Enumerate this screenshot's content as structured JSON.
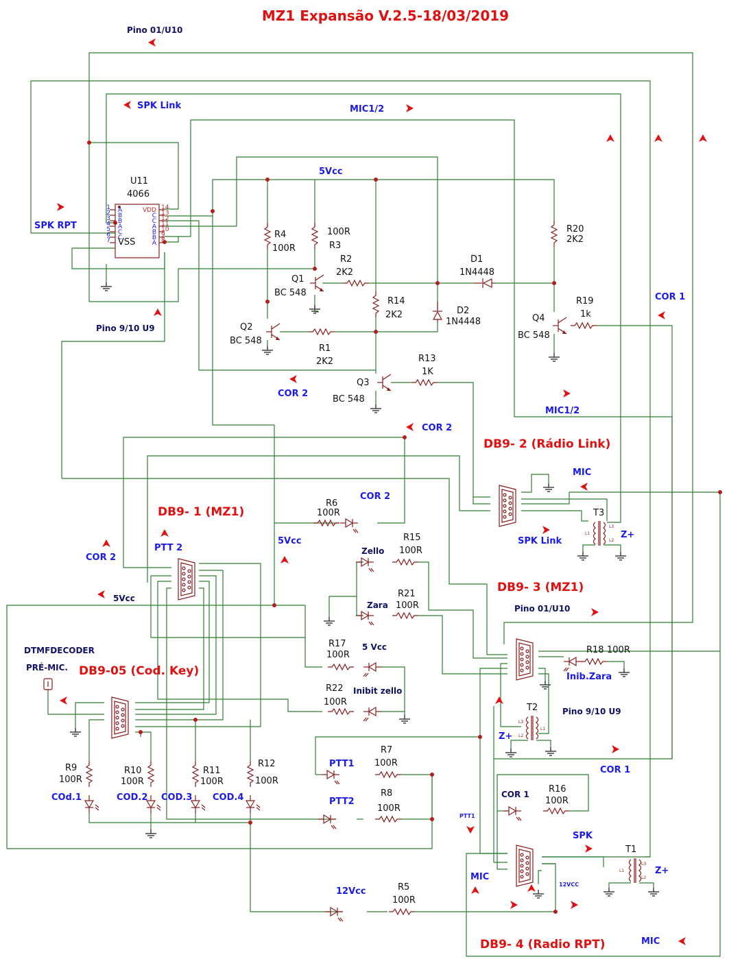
{
  "title": "MZ1 Expansão V.2.5-18/03/2019",
  "colors": {
    "wire": "#2e7d32",
    "part": "#8b1a1a",
    "title": "#e01010",
    "net_label": "#1a1aee",
    "junction": "#b71c1c"
  },
  "ic": {
    "ref": "U11",
    "value": "4066",
    "vdd": "VDD",
    "vss": "VSS",
    "left_pins": [
      {
        "num": "1",
        "name": "A"
      },
      {
        "num": "2",
        "name": "B"
      },
      {
        "num": "3",
        "name": "B"
      },
      {
        "num": "4",
        "name": "A"
      },
      {
        "num": "5",
        "name": "C"
      },
      {
        "num": "6",
        "name": "C"
      },
      {
        "num": "7",
        "name": "VSS"
      }
    ],
    "right_pins": [
      {
        "num": "14",
        "name": "VDD"
      },
      {
        "num": "13",
        "name": "C"
      },
      {
        "num": "12",
        "name": "C"
      },
      {
        "num": "11",
        "name": "A"
      },
      {
        "num": "10",
        "name": "B"
      },
      {
        "num": "9",
        "name": "B"
      },
      {
        "num": "8",
        "name": "A"
      }
    ]
  },
  "resistors": {
    "R1": {
      "ref": "R1",
      "value": "2K2"
    },
    "R2": {
      "ref": "R2",
      "value": "2K2"
    },
    "R3": {
      "ref": "R3",
      "value": "100R"
    },
    "R4": {
      "ref": "R4",
      "value": "100R"
    },
    "R5": {
      "ref": "R5",
      "value": "100R"
    },
    "R6": {
      "ref": "R6",
      "value": "100R"
    },
    "R7": {
      "ref": "R7",
      "value": "100R"
    },
    "R8": {
      "ref": "R8",
      "value": "100R"
    },
    "R9": {
      "ref": "R9",
      "value": "100R"
    },
    "R10": {
      "ref": "R10",
      "value": "100R"
    },
    "R11": {
      "ref": "R11",
      "value": "100R"
    },
    "R12": {
      "ref": "R12",
      "value": "100R"
    },
    "R13": {
      "ref": "R13",
      "value": "1K"
    },
    "R14": {
      "ref": "R14",
      "value": "2K2"
    },
    "R15": {
      "ref": "R15",
      "value": "100R"
    },
    "R16": {
      "ref": "R16",
      "value": "100R"
    },
    "R17": {
      "ref": "R17",
      "value": "100R"
    },
    "R18": {
      "ref": "R18",
      "value": "100R"
    },
    "R19": {
      "ref": "R19",
      "value": "1k"
    },
    "R20": {
      "ref": "R20",
      "value": "2K2"
    },
    "R21": {
      "ref": "R21",
      "value": "100R"
    },
    "R22": {
      "ref": "R22",
      "value": "100R"
    }
  },
  "transistors": {
    "Q1": {
      "ref": "Q1",
      "value": "BC 548"
    },
    "Q2": {
      "ref": "Q2",
      "value": "BC 548"
    },
    "Q3": {
      "ref": "Q3",
      "value": "BC 548"
    },
    "Q4": {
      "ref": "Q4",
      "value": "BC 548"
    }
  },
  "diodes": {
    "D1": {
      "ref": "D1",
      "value": "1N4448"
    },
    "D2": {
      "ref": "D2",
      "value": "1N4448"
    }
  },
  "transformers": {
    "T1": "T1",
    "T2": "T2",
    "T3": "T3",
    "coil_a": "L1",
    "coil_b": "L2",
    "coil_c": "L3"
  },
  "connectors": {
    "db9_1": "DB9- 1 (MZ1)",
    "db9_2": "DB9- 2 (Rádio Link)",
    "db9_3": "DB9- 3 (MZ1)",
    "db9_4": "DB9- 4 (Radio RPT)",
    "db9_5": "DB9-05 (Cod. Key)",
    "pins": [
      "1",
      "2",
      "3",
      "4",
      "5",
      "6",
      "7",
      "8",
      "9"
    ]
  },
  "leds": {
    "cor2": "COR 2",
    "zello": "Zello",
    "zara": "Zara",
    "five_vcc": "5 Vcc",
    "inibit_zello": "Inibit zello",
    "inib_zara": "Inib.Zara",
    "ptt1": "PTT1",
    "ptt2": "PTT2",
    "cor1": "COR 1",
    "twelve_vcc": "12Vcc",
    "cod1": "COd.1",
    "cod2": "COD.2",
    "cod3": "COD.3",
    "cod4": "COD.4"
  },
  "nets": {
    "pino_01_u10": "Pino 01/U10",
    "pino_910_u9": "Pino 9/10 U9",
    "spk_link": "SPK Link",
    "spk_rpt": "SPK RPT",
    "mic12": "MIC1/2",
    "five_vcc": "5Vcc",
    "cor1": "COR 1",
    "cor2": "COR 2",
    "mic": "MIC",
    "z_plus": "Z+",
    "spk": "SPK",
    "ptt1_small": "PTT1",
    "twelve_vcc_small": "12VCC",
    "ptt2": "PTT 2",
    "dtmf": "DTMFDECODER",
    "pre_mic": "PRÉ-MIC."
  }
}
